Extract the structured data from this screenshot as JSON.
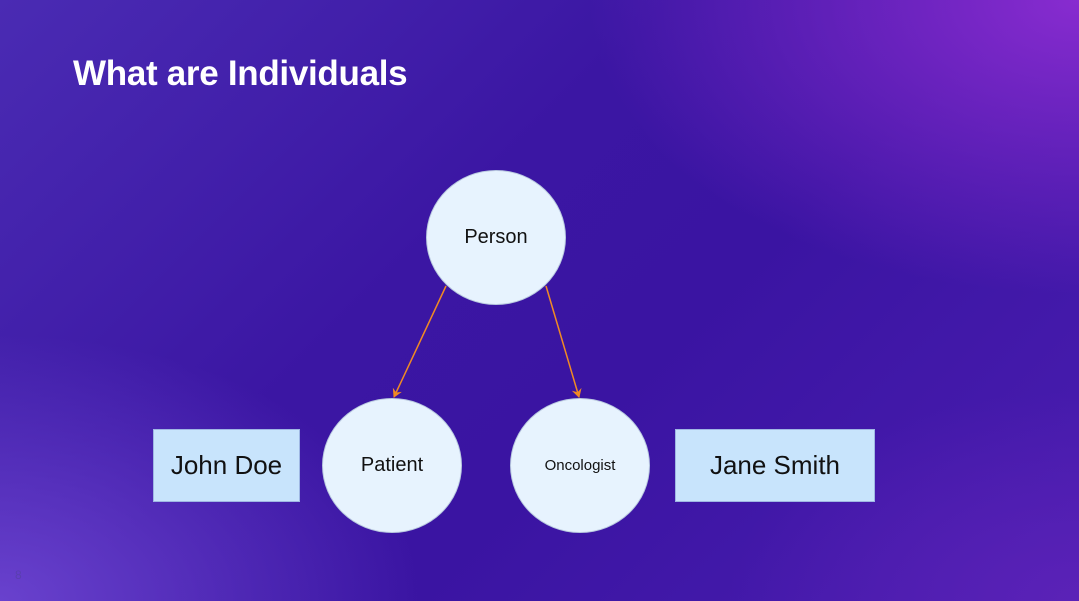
{
  "slide": {
    "title": "What are Individuals",
    "page_number": "8"
  },
  "diagram": {
    "nodes": [
      {
        "id": "person",
        "label": "Person",
        "shape": "circle"
      },
      {
        "id": "patient",
        "label": "Patient",
        "shape": "circle"
      },
      {
        "id": "oncologist",
        "label": "Oncologist",
        "shape": "circle"
      }
    ],
    "individuals": [
      {
        "id": "john-doe",
        "label": "John Doe",
        "instance_of": "patient"
      },
      {
        "id": "jane-smith",
        "label": "Jane Smith",
        "instance_of": "oncologist"
      }
    ],
    "edges": [
      {
        "from": "person",
        "to": "patient"
      },
      {
        "from": "person",
        "to": "oncologist"
      }
    ],
    "colors": {
      "edge": "#f08a24",
      "class_fill": "#e7f3fe",
      "individual_fill": "#c8e4fc",
      "title": "#ffffff"
    }
  }
}
